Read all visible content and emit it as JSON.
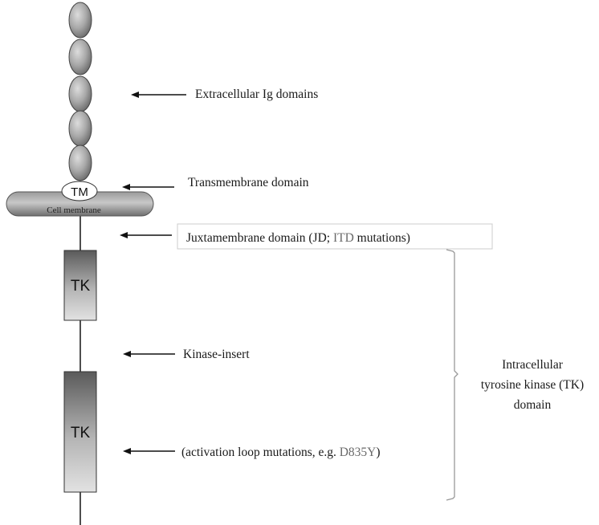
{
  "labels": {
    "ig_domains": "Extracellular Ig domains",
    "transmembrane": "Transmembrane domain",
    "juxtamembrane_prefix": "Juxtamembrane domain (JD; ",
    "juxtamembrane_highlight": "ITD",
    "juxtamembrane_suffix": " mutations)",
    "kinase_insert": "Kinase-insert",
    "activation_prefix": "(activation loop mutations, e.g. ",
    "activation_highlight": "D835Y",
    "activation_suffix": ")",
    "intracellular_line1": "Intracellular",
    "intracellular_line2": "tyrosine kinase (TK)",
    "intracellular_line3": "domain"
  },
  "shapes": {
    "tm": "TM",
    "membrane": "Cell membrane",
    "tk1": "TK",
    "tk2": "TK"
  },
  "colors": {
    "highlight": "#6a6a6a",
    "box_border": "#cccccc"
  }
}
